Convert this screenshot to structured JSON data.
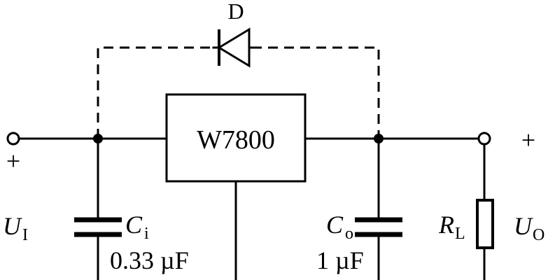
{
  "diagram": {
    "diode": {
      "label": "D"
    },
    "regulator": {
      "label": "W7800"
    },
    "input": {
      "plus": "+",
      "symbol": "U",
      "subscript": "I"
    },
    "output": {
      "plus": "+",
      "symbol": "U",
      "subscript": "O"
    },
    "input_capacitor": {
      "symbol": "C",
      "subscript": "i",
      "value": "0.33 µF"
    },
    "output_capacitor": {
      "symbol": "C",
      "subscript": "o",
      "value": "1 µF"
    },
    "load_resistor": {
      "symbol": "R",
      "subscript": "L"
    }
  }
}
